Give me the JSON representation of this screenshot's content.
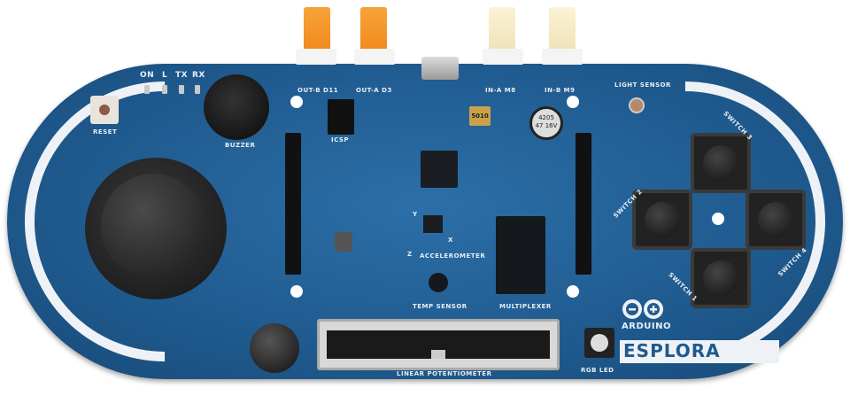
{
  "board": {
    "name": "ESPLORA",
    "brand": "ARDUINO",
    "labels": {
      "on": "ON",
      "l": "L",
      "tx": "TX",
      "rx": "RX",
      "reset": "RESET",
      "buzzer": "BUZZER",
      "out_b": "OUT-B D11",
      "out_a": "OUT-A D3",
      "icsp": "ICSP",
      "in_a": "IN-A M8",
      "in_b": "IN-B M9",
      "light_sensor": "LIGHT SENSOR",
      "switch_1": "SWITCH 1",
      "switch_2": "SWITCH 2",
      "switch_3": "SWITCH 3",
      "switch_4": "SWITCH 4",
      "accelerometer": "ACCELEROMETER",
      "axis_x": "X",
      "axis_y": "Y",
      "axis_z": "Z",
      "temp_sensor": "TEMP SENSOR",
      "multiplexer": "MULTIPLEXER",
      "linear_potentiometer": "LINEAR POTENTIOMETER",
      "rgb_led": "RGB LED"
    },
    "components": {
      "inductor": "5010",
      "capacitor_value": "47",
      "capacitor_voltage": "16V",
      "capacitor_code": "4205"
    },
    "colors": {
      "pcb": "#1f5a8e",
      "silkscreen": "#eef2f6",
      "orange_connector": "#f08a1c",
      "cream_connector": "#efe2b8"
    }
  }
}
